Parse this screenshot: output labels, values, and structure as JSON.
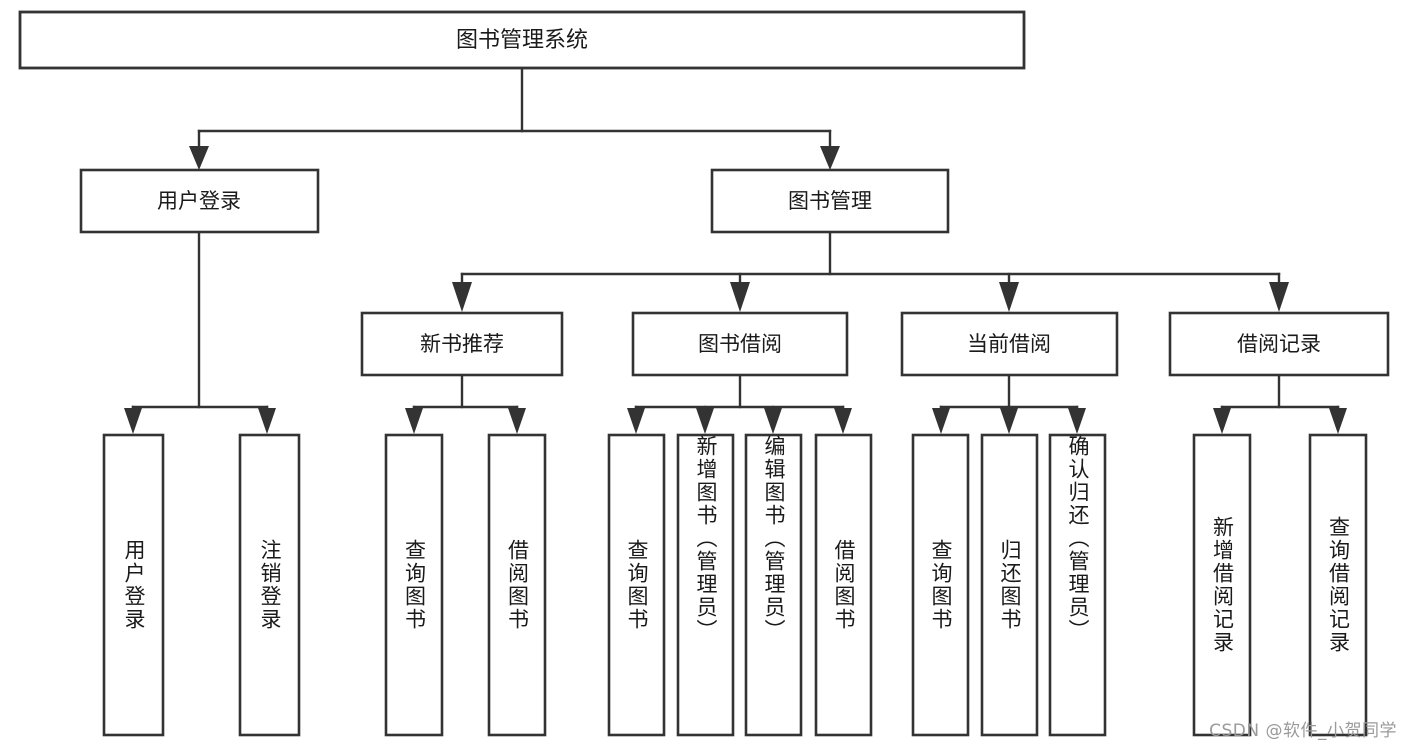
{
  "diagram": {
    "title": "图书管理系统",
    "type": "hierarchy-tree",
    "watermark": "CSDN @软件_小贺同学",
    "colors": {
      "stroke": "#333333",
      "fill": "#ffffff",
      "text": "#1a1a1a",
      "watermark": "#9a9a9a"
    },
    "levels": {
      "level1": [
        {
          "id": "root",
          "label": "图书管理系统",
          "orientation": "horizontal"
        }
      ],
      "level2": [
        {
          "id": "user-login",
          "label": "用户登录",
          "orientation": "horizontal"
        },
        {
          "id": "book-manage",
          "label": "图书管理",
          "orientation": "horizontal"
        }
      ],
      "level3": [
        {
          "id": "new-book-recommend",
          "label": "新书推荐",
          "orientation": "horizontal"
        },
        {
          "id": "book-borrow",
          "label": "图书借阅",
          "orientation": "horizontal"
        },
        {
          "id": "current-borrow",
          "label": "当前借阅",
          "orientation": "horizontal"
        },
        {
          "id": "borrow-record",
          "label": "借阅记录",
          "orientation": "horizontal"
        }
      ],
      "level4": [
        {
          "id": "leaf-user-login",
          "label": "用户登录",
          "orientation": "vertical",
          "parent": "user-login"
        },
        {
          "id": "leaf-logout",
          "label": "注销登录",
          "orientation": "vertical",
          "parent": "user-login"
        },
        {
          "id": "leaf-query-book-1",
          "label": "查询图书",
          "orientation": "vertical",
          "parent": "new-book-recommend"
        },
        {
          "id": "leaf-borrow-book-1",
          "label": "借阅图书",
          "orientation": "vertical",
          "parent": "new-book-recommend"
        },
        {
          "id": "leaf-query-book-2",
          "label": "查询图书",
          "orientation": "vertical",
          "parent": "book-borrow"
        },
        {
          "id": "leaf-add-book",
          "label": "新增图书（管理员）",
          "orientation": "vertical",
          "parent": "book-borrow"
        },
        {
          "id": "leaf-edit-book",
          "label": "编辑图书（管理员）",
          "orientation": "vertical",
          "parent": "book-borrow"
        },
        {
          "id": "leaf-borrow-book-2",
          "label": "借阅图书",
          "orientation": "vertical",
          "parent": "book-borrow"
        },
        {
          "id": "leaf-query-book-3",
          "label": "查询图书",
          "orientation": "vertical",
          "parent": "current-borrow"
        },
        {
          "id": "leaf-return-book",
          "label": "归还图书",
          "orientation": "vertical",
          "parent": "current-borrow"
        },
        {
          "id": "leaf-confirm-return",
          "label": "确认归还（管理员）",
          "orientation": "vertical",
          "parent": "current-borrow"
        },
        {
          "id": "leaf-add-record",
          "label": "新增借阅记录",
          "orientation": "vertical",
          "parent": "borrow-record"
        },
        {
          "id": "leaf-query-record",
          "label": "查询借阅记录",
          "orientation": "vertical",
          "parent": "borrow-record"
        }
      ]
    }
  }
}
